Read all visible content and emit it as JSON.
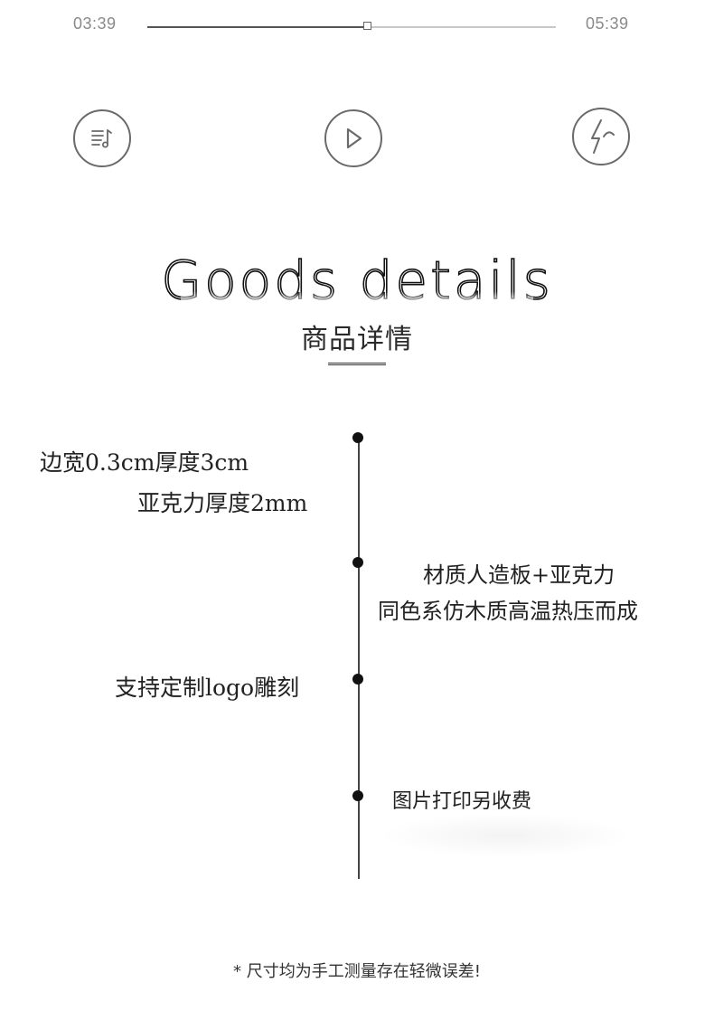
{
  "player": {
    "current_time": "03:39",
    "total_time": "05:39",
    "progress": 0.54,
    "controls": [
      {
        "name": "playlist",
        "icon": "playlist-icon"
      },
      {
        "name": "play",
        "icon": "play-icon"
      },
      {
        "name": "mode",
        "icon": "lightning-icon"
      }
    ]
  },
  "header": {
    "title_en": "Goods details",
    "title_cn": "商品详情"
  },
  "details": [
    {
      "lines": [
        "边宽0.3cm厚度3cm",
        "亚克力厚度2mm"
      ]
    },
    {
      "lines": [
        "材质人造板+亚克力",
        "同色系仿木质高温热压而成"
      ]
    },
    {
      "lines": [
        "支持定制logo雕刻"
      ]
    },
    {
      "lines": [
        "图片打印另收费"
      ]
    }
  ],
  "footnote": "* 尺寸均为手工测量存在轻微误差!",
  "colors": {
    "text": "#222222",
    "muted": "#8a8a8a",
    "line": "#444444"
  }
}
